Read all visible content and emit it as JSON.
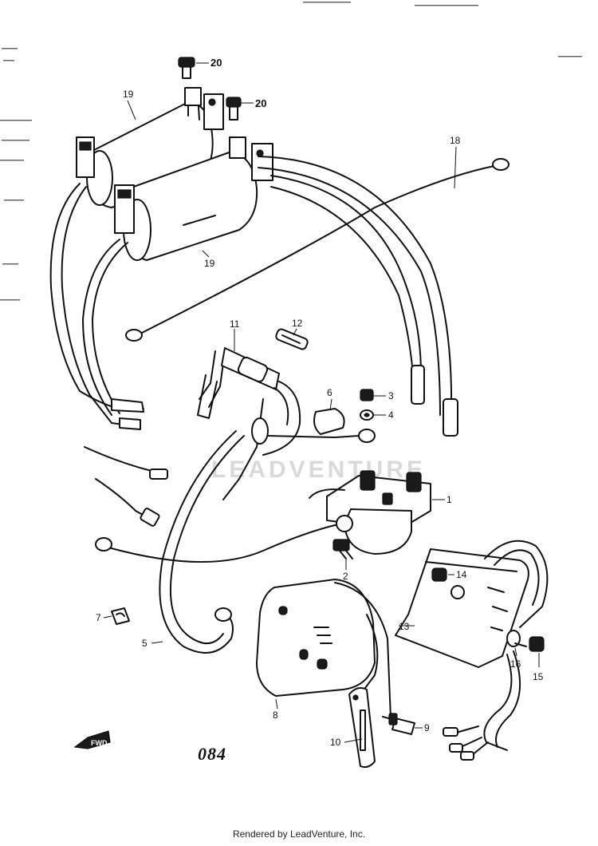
{
  "diagram": {
    "page_code": "084",
    "footer": "Rendered by LeadVenture, Inc.",
    "watermark": "LEADVENTURE",
    "direction_arrow_label": "FWD",
    "callouts": {
      "c1": "1",
      "c2": "2",
      "c3": "3",
      "c4": "4",
      "c5": "5",
      "c6": "6",
      "c7": "7",
      "c8": "8",
      "c9": "9",
      "c10": "10",
      "c11": "11",
      "c12": "12",
      "c13": "13",
      "c14": "14",
      "c15": "15",
      "c16": "16",
      "c18": "18",
      "c19a": "19",
      "c19b": "19",
      "c20a": "20",
      "c20b": "20"
    }
  }
}
